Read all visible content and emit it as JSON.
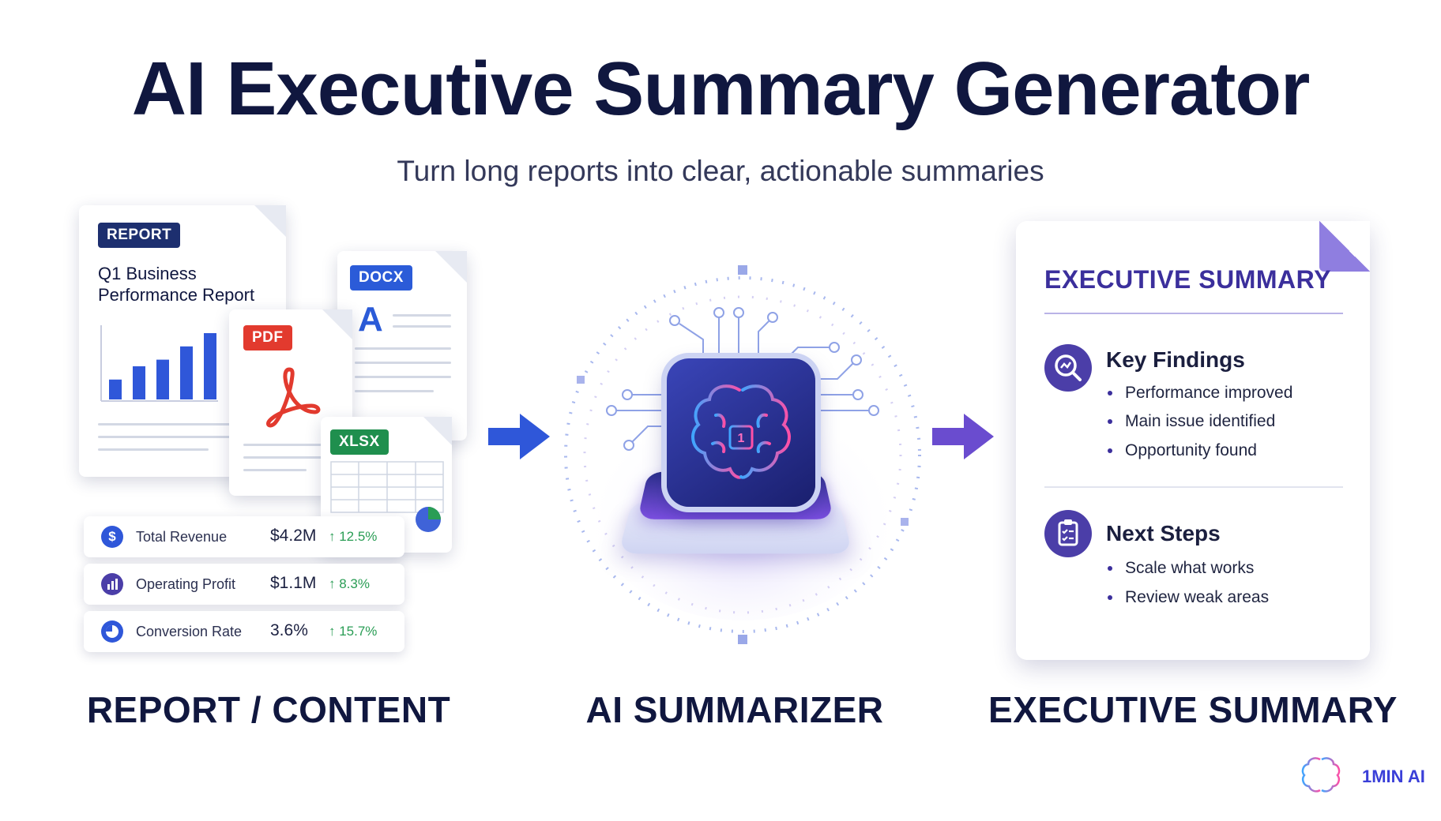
{
  "header": {
    "title": "AI Executive Summary Generator",
    "subtitle": "Turn long reports into clear, actionable summaries"
  },
  "documents": {
    "report": {
      "tag": "REPORT",
      "title_line1": "Q1 Business",
      "title_line2": "Performance Report",
      "bar_values": [
        3,
        5,
        6,
        8,
        10
      ]
    },
    "pdf": {
      "tag": "PDF"
    },
    "docx": {
      "tag": "DOCX",
      "letter": "A"
    },
    "xlsx": {
      "tag": "XLSX"
    }
  },
  "metrics": [
    {
      "label": "Total Revenue",
      "value": "$4.2M",
      "change": "↑ 12.5%",
      "icon": "dollar-icon",
      "glyph": "$"
    },
    {
      "label": "Operating Profit",
      "value": "$1.1M",
      "change": "↑ 8.3%",
      "icon": "bar-chart-icon",
      "glyph": ""
    },
    {
      "label": "Conversion Rate",
      "value": "3.6%",
      "change": "↑ 15.7%",
      "icon": "pie-chart-icon",
      "glyph": ""
    }
  ],
  "stage_labels": {
    "input": "REPORT / CONTENT",
    "processor": "AI SUMMARIZER",
    "output": "EXECUTIVE SUMMARY"
  },
  "processor": {
    "chip_label": "1"
  },
  "summary": {
    "title": "EXECUTIVE SUMMARY",
    "key_findings": {
      "heading": "Key Findings",
      "items": [
        "Performance improved",
        "Main issue identified",
        "Opportunity found"
      ]
    },
    "next_steps": {
      "heading": "Next Steps",
      "items": [
        "Scale what works",
        "Review weak areas"
      ]
    }
  },
  "brand": {
    "name": "1MIN AI"
  },
  "colors": {
    "navy": "#10173f",
    "report_tag": "#1d2f6f",
    "pdf_tag": "#e23a2e",
    "docx_tag": "#2b5bd8",
    "xlsx_tag": "#1f8f4e",
    "bar_blue": "#2f57d9",
    "purple": "#4b3ea8",
    "positive": "#2a9d55"
  }
}
